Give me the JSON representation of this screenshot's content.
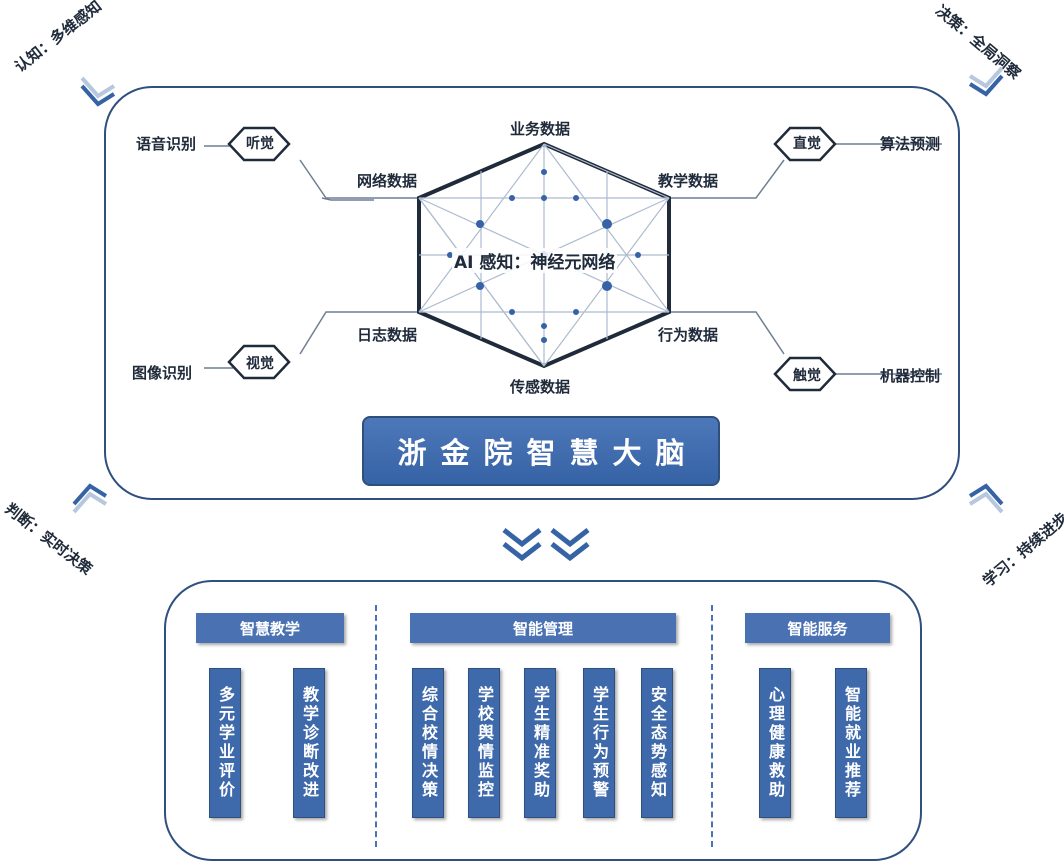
{
  "corners": {
    "top_left": "认知：多维感知",
    "top_right": "决策：全局洞察",
    "bottom_left": "判断：实时决策",
    "bottom_right": "学习：持续进步"
  },
  "network": {
    "center_label": "AI 感知：神经元网络",
    "data_labels": {
      "top": "业务数据",
      "upper_left": "网络数据",
      "upper_right": "教学数据",
      "lower_left": "日志数据",
      "lower_right": "行为数据",
      "bottom": "传感数据"
    }
  },
  "senses": {
    "hearing": {
      "name": "听觉",
      "function": "语音识别"
    },
    "intuition": {
      "name": "直觉",
      "function": "算法预测"
    },
    "vision": {
      "name": "视觉",
      "function": "图像识别"
    },
    "touch": {
      "name": "触觉",
      "function": "机器控制"
    }
  },
  "brain_title": "浙金院智慧大脑",
  "applications": {
    "teaching": {
      "title": "智慧教学",
      "items": [
        "多元学业评价",
        "教学诊断改进"
      ]
    },
    "management": {
      "title": "智能管理",
      "items": [
        "综合校情决策",
        "学校舆情监控",
        "学生精准奖助",
        "学生行为预警",
        "安全态势感知"
      ]
    },
    "service": {
      "title": "智能服务",
      "items": [
        "心理健康救助",
        "智能就业推荐"
      ]
    }
  },
  "colors": {
    "frame": "#2f4f7f",
    "accent": "#4a72b3",
    "box_fill": "#3e69ab"
  }
}
